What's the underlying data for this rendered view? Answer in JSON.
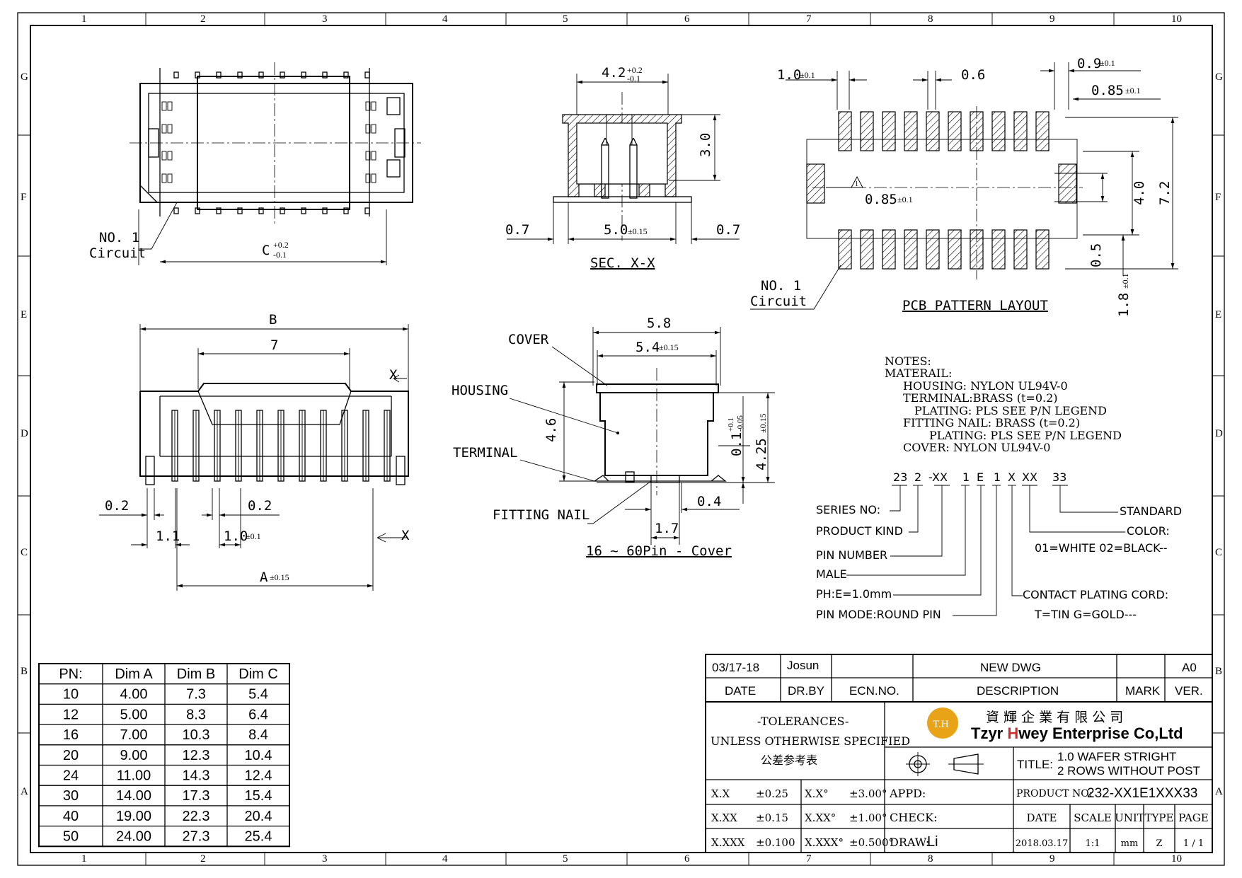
{
  "border": {
    "cols": [
      "1",
      "2",
      "3",
      "4",
      "5",
      "6",
      "7",
      "8",
      "9",
      "10"
    ],
    "rows": [
      "G",
      "F",
      "E",
      "D",
      "C",
      "B",
      "A"
    ]
  },
  "top_view": {
    "no1_label": "NO. 1",
    "circuit_label": "Circuit",
    "dim_c": "C",
    "dim_c_tol_plus": "+0.2",
    "dim_c_tol_minus": "-0.1"
  },
  "section_view": {
    "dim_top": "4.2",
    "dim_top_tol_plus": "+0.2",
    "dim_top_tol_minus": "-0.1",
    "dim_height": "3.0",
    "dim_left": "0.7",
    "dim_bottom": "5.0",
    "dim_bottom_tol": "±0.15",
    "dim_right": "0.7",
    "title": "SEC. X-X"
  },
  "pcb_layout": {
    "dim_1": "1.0",
    "dim_1_tol": "±0.1",
    "dim_pitch": "0.6",
    "dim_09": "0.9",
    "dim_09_tol": "±0.1",
    "dim_085": "0.85",
    "dim_085_tol": "±0.1",
    "dim_085b": "0.85",
    "dim_085b_tol": "±0.1",
    "dim_40": "4.0",
    "dim_72": "7.2",
    "dim_05": "0.5",
    "dim_18": "1.8",
    "dim_18_tol": "±0.1",
    "no1_label": "NO. 1",
    "circuit_label": "Circuit",
    "title": "PCB PATTERN LAYOUT"
  },
  "side_view": {
    "dim_b": "B",
    "dim_7": "7",
    "x_top": "X",
    "x_bottom": "X",
    "dim_02a": "0.2",
    "dim_02b": "0.2",
    "dim_11": "1.1",
    "dim_10": "1.0",
    "dim_10_tol": "±0.1",
    "dim_a": "A",
    "dim_a_tol": "±0.15"
  },
  "cover_view": {
    "dim_58": "5.8",
    "dim_54": "5.4",
    "dim_54_tol": "±0.15",
    "cover": "COVER",
    "housing": "HOUSING",
    "terminal": "TERMINAL",
    "fitting_nail": "FITTING NAIL",
    "dim_46": "4.6",
    "dim_01": "0.1",
    "dim_01_tol_plus": "+0.1",
    "dim_01_tol_minus": "-0.05",
    "dim_425": "4.25",
    "dim_425_tol": "±0.15",
    "dim_04": "0.4",
    "dim_17": "1.7",
    "title": "16 ~ 60Pin - Cover"
  },
  "notes": {
    "lines": [
      "NOTES:",
      "MATERAIL:",
      "HOUSING: NYLON UL94V-0",
      "TERMINAL:BRASS (t=0.2)",
      "PLATING: PLS SEE  P/N LEGEND",
      "FITTING NAIL: BRASS (t=0.2)",
      "PLATING: PLS SEE  P/N LEGEND",
      "COVER: NYLON UL94V-0"
    ]
  },
  "part_code": {
    "codes": [
      "23",
      "2",
      "-XX",
      "1",
      "E",
      "1",
      "X",
      "XX",
      "33"
    ],
    "series": "SERIES  NO:",
    "product_kind": "PRODUCT  KIND",
    "pin_number": "PIN  NUMBER",
    "male": "MALE",
    "ph": "PH:E=1.0mm",
    "pin_mode": "PIN  MODE:ROUND  PIN",
    "standard": "STANDARD",
    "color": "COLOR:",
    "color_opts": "01=WHITE  02=BLACK--",
    "contact": "CONTACT  PLATING  CORD:",
    "contact_opts": "T=TIN    G=GOLD---"
  },
  "dim_table": {
    "headers": [
      "PN:",
      "Dim A",
      "Dim B",
      "Dim C"
    ],
    "rows": [
      [
        "10",
        "4.00",
        "7.3",
        "5.4"
      ],
      [
        "12",
        "5.00",
        "8.3",
        "6.4"
      ],
      [
        "16",
        "7.00",
        "10.3",
        "8.4"
      ],
      [
        "20",
        "9.00",
        "12.3",
        "10.4"
      ],
      [
        "24",
        "11.00",
        "14.3",
        "12.4"
      ],
      [
        "30",
        "14.00",
        "17.3",
        "15.4"
      ],
      [
        "40",
        "19.00",
        "22.3",
        "20.4"
      ],
      [
        "50",
        "24.00",
        "27.3",
        "25.4"
      ]
    ]
  },
  "title_block": {
    "rev_date": "03/17-18",
    "rev_by": "Josun",
    "rev_desc": "NEW DWG",
    "rev_ver": "A0",
    "h_date": "DATE",
    "h_drby": "DR.BY",
    "h_ecn": "ECN.NO.",
    "h_desc": "DESCRIPTION",
    "h_mark": "MARK",
    "h_ver": "VER.",
    "tol_title": "-TOLERANCES-",
    "tol_sub": "UNLESS OTHERWISE SPECIFIED",
    "tol_cn": "公差参考表",
    "company_cn": "資 輝 企 業 有 限 公 司",
    "company_en_1": "Tzyr ",
    "company_en_h": "H",
    "company_en_2": "wey Enterprise Co,Ltd",
    "logo_text": "T.H",
    "title_label": "TITLE:",
    "title_1": "1.0 WAFER STRIGHT",
    "title_2": "2 ROWS WITHOUT POST",
    "tol_rows": [
      [
        "X.X",
        "±0.25",
        "X.X°",
        "±3.00°"
      ],
      [
        "X.XX",
        "±0.15",
        "X.XX°",
        "±1.00°"
      ],
      [
        "X.XXX",
        "±0.100",
        "X.XXX°",
        "±0.500°"
      ]
    ],
    "appd": "APPD:",
    "check": "CHECK:",
    "draw": "DRAW:",
    "draw_name": "Li",
    "product_no_label": "PRODUCT NO:",
    "product_no": "232-XX1E1XXX33",
    "h2": [
      "DATE",
      "SCALE",
      "UNIT",
      "TYPE",
      "PAGE"
    ],
    "v2": [
      "2018.03.17",
      "1:1",
      "mm",
      "Z",
      "1 / 1"
    ]
  },
  "colors": {
    "line": "#000000",
    "logo_gold": "#E8A317",
    "company_red": "#D32F2F"
  }
}
